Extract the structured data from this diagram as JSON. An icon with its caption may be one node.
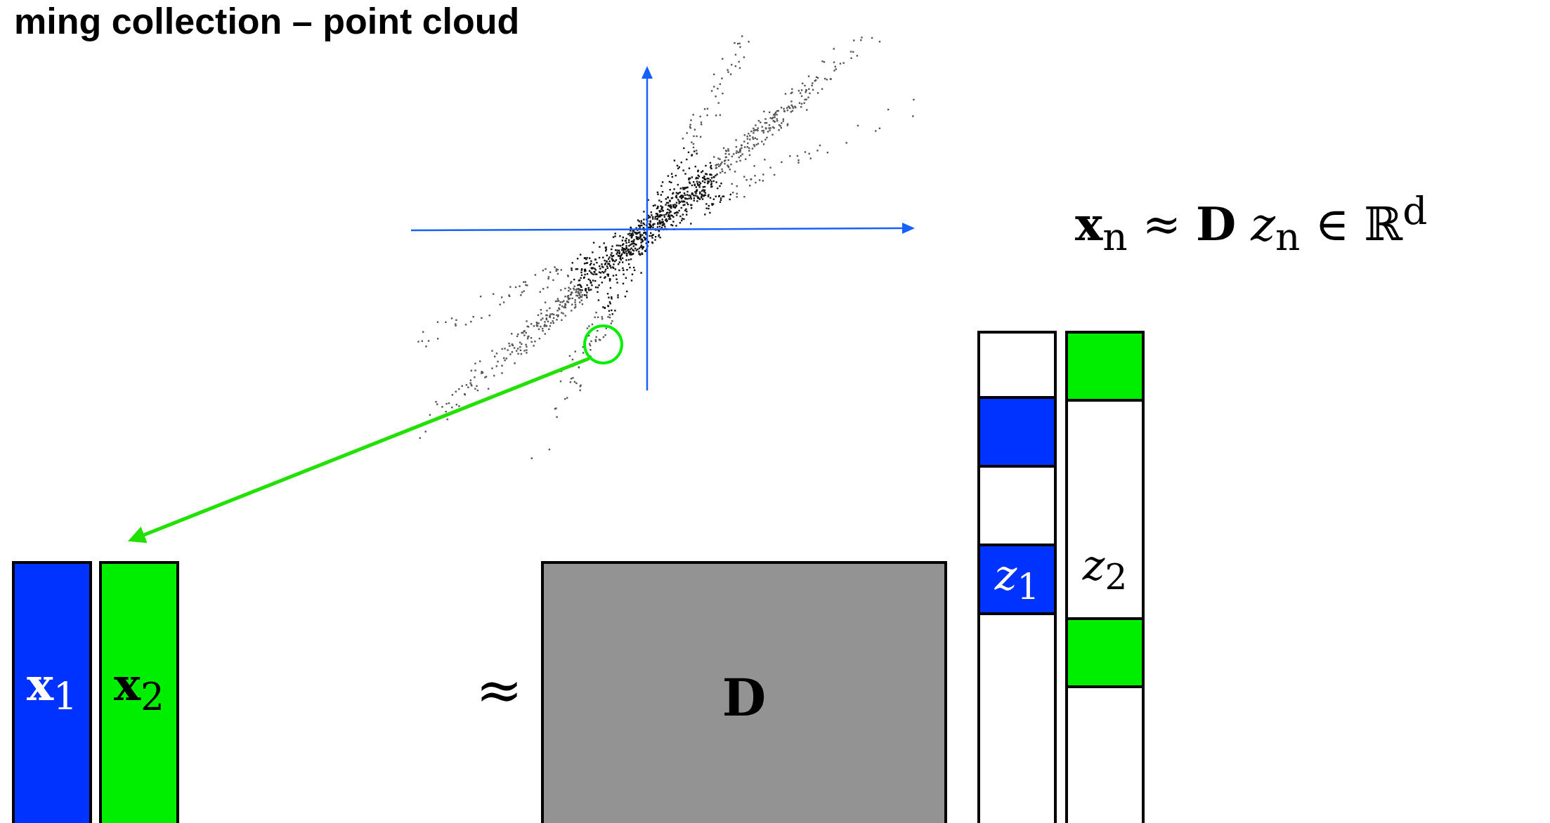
{
  "diagram": {
    "title": "ming collection – point cloud",
    "nodes": [
      {
        "text": [
          "**x**$_{1}$"
        ]
      },
      {
        "text": [
          "**x**$_{2}$"
        ]
      },
      {
        "text": [
          "D"
        ],
        "beside": [
          "≈"
        ]
      },
      {
        "text": [],
        "shape": "bar"
      },
      {
        "text": [],
        "shape": "bar",
        "in": 3
      },
      {
        "text": [
          "*z*$_{1}$"
        ],
        "in": 3
      },
      {
        "text": [
          "*z*$_{2}$"
        ]
      },
      {
        "text": [],
        "shape": "bar",
        "in": 6
      },
      {
        "text": [],
        "shape": "bar",
        "in": 6
      },
      {
        "text": [],
        "shape": "circle"
      }
    ],
    "edges": [
      {
        "from": 9,
        "to": 1,
        "arrow": "to",
        "color": "#22e000"
      }
    ],
    "labels": [
      "**x**$_{n}$ ≈ **D** *z*$_{n}$ ∈ ℝ$^{d}$"
    ]
  }
}
